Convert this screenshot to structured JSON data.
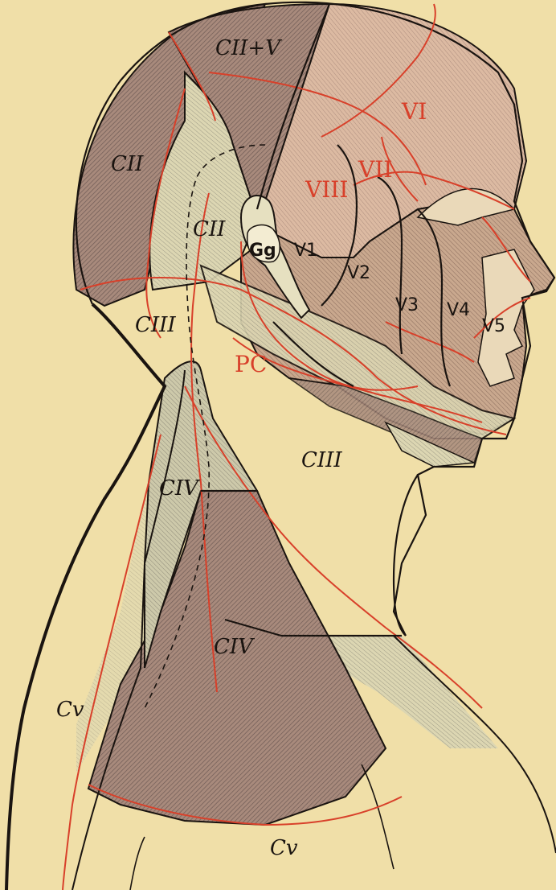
{
  "figure": {
    "labels": {
      "c2_v": "CII+V",
      "c2_back": "CII",
      "c2_ear": "CII",
      "c3_neck_back": "CIII",
      "c3_neck_front": "CIII",
      "c4_upper": "CIV",
      "c4_lower": "CIV",
      "c5_left": "Cv",
      "c5_bottom": "Cv",
      "v1_red": "VI",
      "v2_red": "VII",
      "v3_red": "VIII",
      "gg": "Gg",
      "v1_black": "V1",
      "v2_black": "V2",
      "v3_black": "V3",
      "v4_black": "V4",
      "v5_black": "V5",
      "pc": "PC"
    },
    "colors": {
      "background": "#f0dfa8",
      "outline": "#1a1410",
      "red": "#d8402a",
      "dark_hatch": "#9a7d72",
      "mid_hatch": "#c3a186",
      "light_hatch": "#d4cfa8",
      "pink_hatch": "#d7b09a"
    }
  }
}
